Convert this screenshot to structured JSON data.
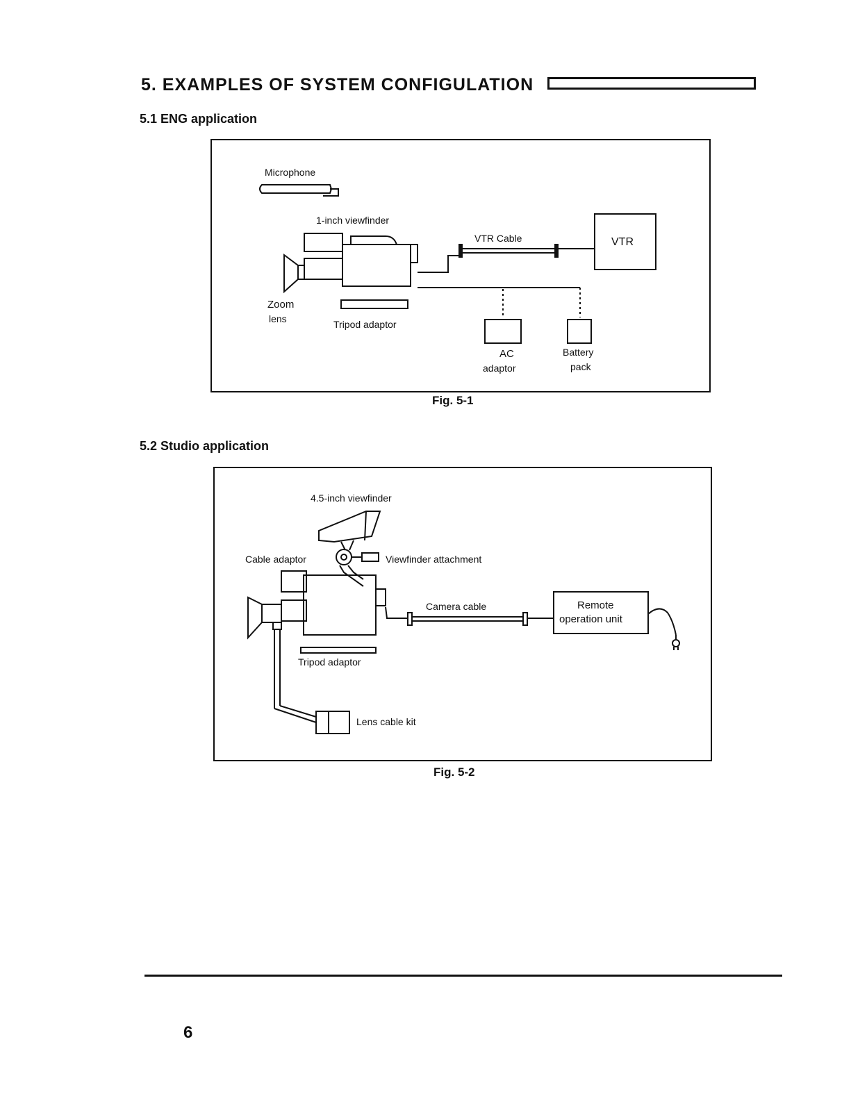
{
  "document": {
    "section_title": "5. EXAMPLES OF SYSTEM CONFIGULATION",
    "page_number": "6"
  },
  "sections": [
    {
      "heading": "5.1 ENG application",
      "figure": {
        "caption": "Fig. 5-1",
        "labels": {
          "microphone": "Microphone",
          "viewfinder": "1-inch viewfinder",
          "vtr_cable": "VTR Cable",
          "vtr": "VTR",
          "zoom": "Zoom",
          "lens": "lens",
          "tripod_adaptor": "Tripod adaptor",
          "ac": "AC",
          "adaptor": "adaptor",
          "battery": "Battery",
          "pack": "pack"
        }
      }
    },
    {
      "heading": "5.2 Studio application",
      "figure": {
        "caption": "Fig. 5-2",
        "labels": {
          "viewfinder": "4.5-inch viewfinder",
          "cable_adaptor": "Cable adaptor",
          "viewfinder_attachment": "Viewfinder attachment",
          "camera_cable": "Camera cable",
          "remote": "Remote",
          "operation_unit": "operation unit",
          "tripod_adaptor": "Tripod adaptor",
          "lens_cable_kit": "Lens cable kit"
        }
      }
    }
  ]
}
